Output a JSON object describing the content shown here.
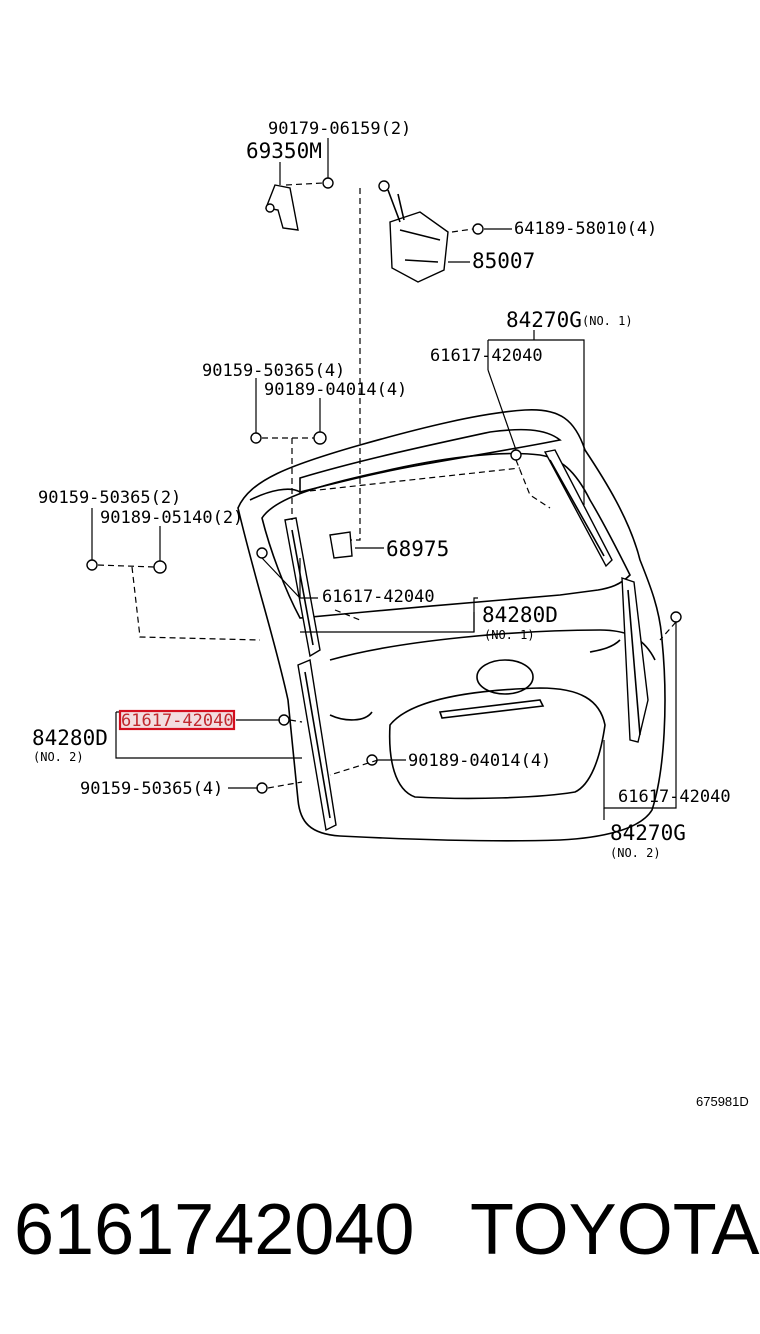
{
  "diagram": {
    "labels": {
      "l_90179": "90179-06159(2)",
      "l_69350": "69350M",
      "l_64189": "64189-58010(4)",
      "l_85007": "85007",
      "l_84270g_1": "84270G",
      "l_84270g_1_note": "(NO. 1)",
      "l_61617_a": "61617-42040",
      "l_90159_a": "90159-50365(4)",
      "l_90189_a": "90189-04014(4)",
      "l_90159_b": "90159-50365(2)",
      "l_90189_b": "90189-05140(2)",
      "l_68975": "68975",
      "l_61617_b": "61617-42040",
      "l_84280d_1": "84280D",
      "l_84280d_1_note": "(NO. 1)",
      "l_61617_hl": "61617-42040",
      "l_84280d_2": "84280D",
      "l_84280d_2_note": "(NO. 2)",
      "l_90189_c": "90189-04014(4)",
      "l_90159_c": "90159-50365(4)",
      "l_61617_c": "61617-42040",
      "l_84270g_2": "84270G",
      "l_84270g_2_note": "(NO. 2)"
    },
    "diagram_code": "675981D",
    "highlight_color": "#d40f1f"
  },
  "footer": {
    "part_number": "6161742040",
    "brand": "TOYOTA"
  }
}
